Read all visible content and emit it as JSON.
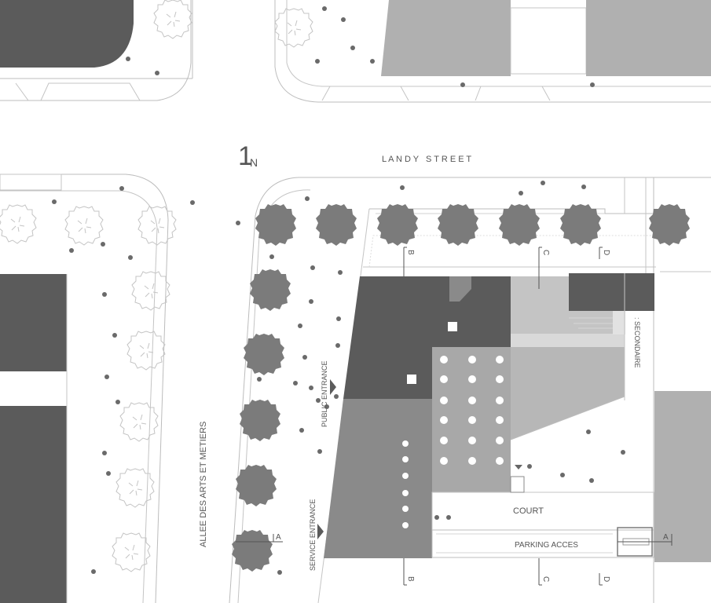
{
  "north": {
    "numeral": "1",
    "letter": "N"
  },
  "streets": {
    "landy": "L A N D Y   S T R E E T",
    "allee": "ALLEE DES ARTS ET METIERS"
  },
  "entrances": {
    "public": "PUBLIC ENTRANCE",
    "service": "SERVICE ENTRANCE",
    "secondary": ": SECONDAIRE"
  },
  "areas": {
    "court": "COURT",
    "parking": "PARKING ACCES"
  },
  "section_marks": {
    "a": "A",
    "b": "B",
    "c": "C",
    "d": "D"
  },
  "colors": {
    "dark": "#5b5b5b",
    "mid": "#898989",
    "light": "#b2b2b2",
    "pale": "#c9c9c9",
    "tree": "#7a7a7a",
    "line": "#a8a8a8"
  }
}
